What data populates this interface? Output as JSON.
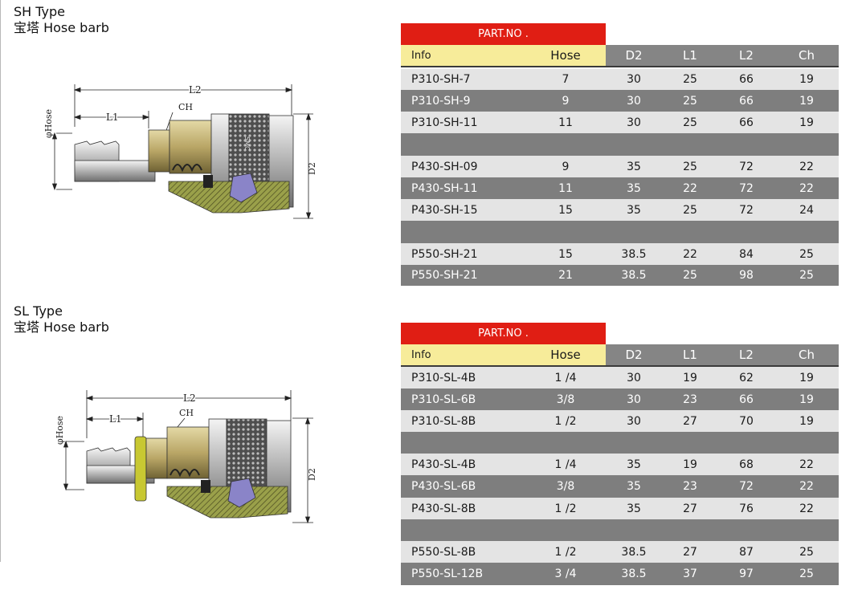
{
  "sh": {
    "title": "SH Type",
    "subtitle": "宝塔 Hose barb",
    "dims": {
      "l2": "L2",
      "l1": "L1",
      "ch": "CH",
      "hose": "φHose",
      "d2": "D2"
    },
    "part_header": "PART.NO .",
    "columns": [
      "Info",
      "Hose",
      "D2",
      "L1",
      "L2",
      "Ch"
    ],
    "rows": [
      [
        "P310-SH-7",
        "7",
        "30",
        "25",
        "66",
        "19"
      ],
      [
        "P310-SH-9",
        "9",
        "30",
        "25",
        "66",
        "19"
      ],
      [
        "P310-SH-11",
        "11",
        "30",
        "25",
        "66",
        "19"
      ],
      [
        "P430-SH-09",
        "9",
        "35",
        "25",
        "72",
        "22"
      ],
      [
        "P430-SH-11",
        "11",
        "35",
        "22",
        "72",
        "22"
      ],
      [
        "P430-SH-15",
        "15",
        "35",
        "25",
        "72",
        "24"
      ],
      [
        "P550-SH-21",
        "15",
        "38.5",
        "22",
        "84",
        "25"
      ],
      [
        "P550-SH-21",
        "21",
        "38.5",
        "25",
        "98",
        "25"
      ]
    ]
  },
  "sl": {
    "title": "SL Type",
    "subtitle": "宝塔 Hose barb",
    "dims": {
      "l2": "L2",
      "l1": "L1",
      "ch": "CH",
      "hose": "φHose",
      "d2": "D2"
    },
    "part_header": "PART.NO .",
    "columns": [
      "Info",
      "Hose",
      "D2",
      "L1",
      "L2",
      "Ch"
    ],
    "rows": [
      [
        "P310-SL-4B",
        "1 /4",
        "30",
        "19",
        "62",
        "19"
      ],
      [
        "P310-SL-6B",
        "3/8",
        "30",
        "23",
        "66",
        "19"
      ],
      [
        "P310-SL-8B",
        "1 /2",
        "30",
        "27",
        "70",
        "19"
      ],
      [
        "P430-SL-4B",
        "1 /4",
        "35",
        "19",
        "68",
        "22"
      ],
      [
        "P430-SL-6B",
        "3/8",
        "35",
        "23",
        "72",
        "22"
      ],
      [
        "P430-SL-8B",
        "1 /2",
        "35",
        "27",
        "76",
        "22"
      ],
      [
        "P550-SL-8B",
        "1 /2",
        "38.5",
        "27",
        "87",
        "25"
      ],
      [
        "P550-SL-12B",
        "3 /4",
        "38.5",
        "37",
        "97",
        "25"
      ]
    ]
  },
  "colors": {
    "part_header": "#e01e14",
    "info_header": "#f7ec9a",
    "gray_header": "#858585",
    "row_light": "#e4e4e4",
    "row_dark": "#7e7e7e"
  }
}
